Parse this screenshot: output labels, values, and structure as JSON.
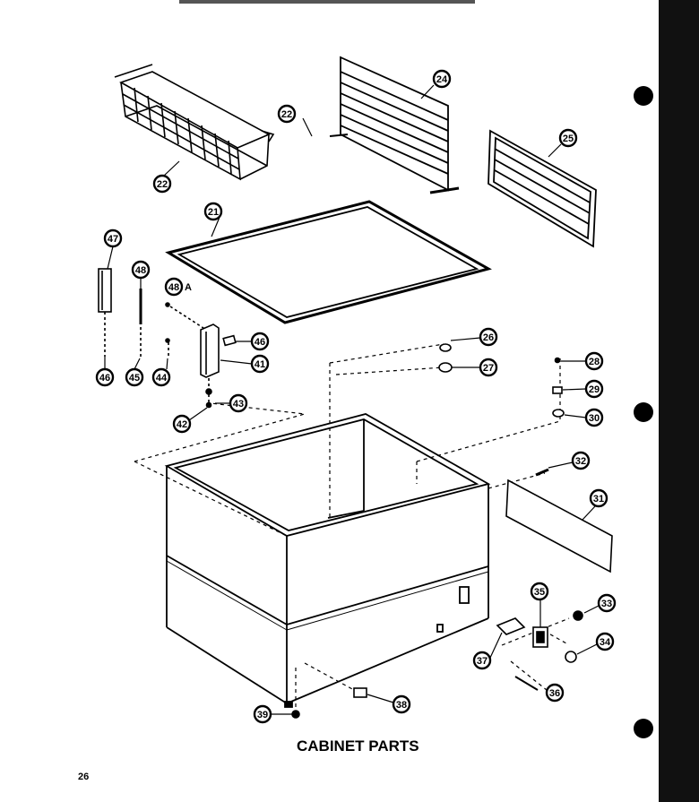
{
  "title": "CABINET PARTS",
  "page_number": "26",
  "callouts": [
    {
      "id": "c22a",
      "label": "22"
    },
    {
      "id": "c22b",
      "label": "22"
    },
    {
      "id": "c24",
      "label": "24"
    },
    {
      "id": "c25",
      "label": "25"
    },
    {
      "id": "c21",
      "label": "21"
    },
    {
      "id": "c47",
      "label": "47"
    },
    {
      "id": "c48",
      "label": "48"
    },
    {
      "id": "c48a",
      "label": "48",
      "suffix": "A"
    },
    {
      "id": "c46top",
      "label": "46"
    },
    {
      "id": "c41",
      "label": "41"
    },
    {
      "id": "c46",
      "label": "46"
    },
    {
      "id": "c45",
      "label": "45"
    },
    {
      "id": "c44",
      "label": "44"
    },
    {
      "id": "c43",
      "label": "43"
    },
    {
      "id": "c42",
      "label": "42"
    },
    {
      "id": "c26",
      "label": "26"
    },
    {
      "id": "c27",
      "label": "27"
    },
    {
      "id": "c28",
      "label": "28"
    },
    {
      "id": "c29",
      "label": "29"
    },
    {
      "id": "c30",
      "label": "30"
    },
    {
      "id": "c32",
      "label": "32"
    },
    {
      "id": "c31",
      "label": "31"
    },
    {
      "id": "c35",
      "label": "35"
    },
    {
      "id": "c33",
      "label": "33"
    },
    {
      "id": "c34",
      "label": "34"
    },
    {
      "id": "c37",
      "label": "37"
    },
    {
      "id": "c36",
      "label": "36"
    },
    {
      "id": "c38",
      "label": "38"
    },
    {
      "id": "c39",
      "label": "39"
    }
  ]
}
